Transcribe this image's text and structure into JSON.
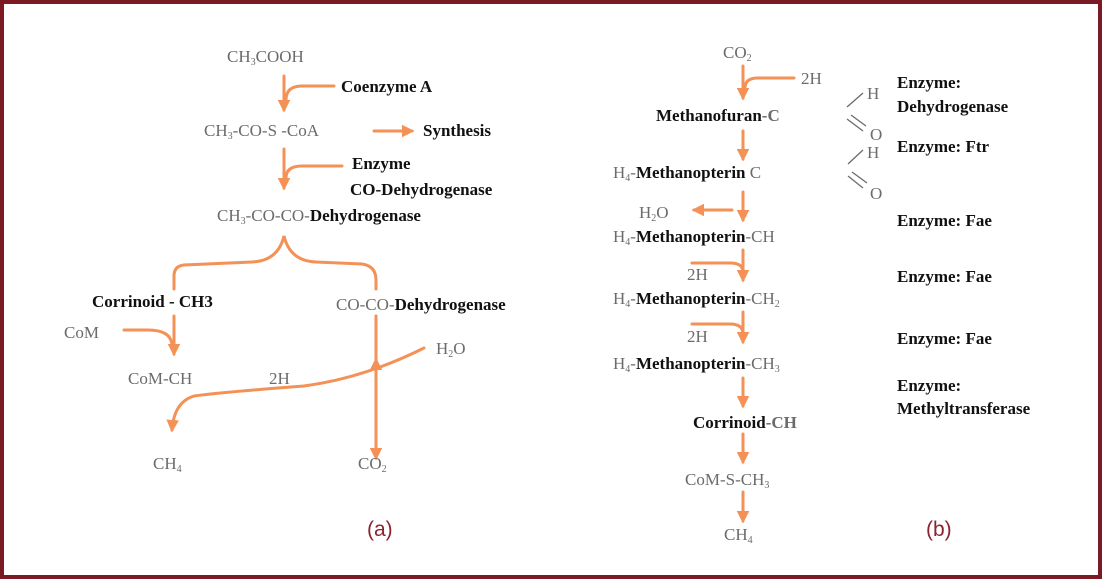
{
  "colors": {
    "frame": "#7a1a24",
    "arrow": "#f39156",
    "grey_text": "#6b6b6b",
    "bold_text": "#111111",
    "caption": "#8b2331"
  },
  "panel_a": {
    "acetic_acid": {
      "pre": "CH",
      "sub": "3",
      "post": "COOH"
    },
    "coenzyme_a": "Coenzyme A",
    "acetyl_coa": {
      "pre": "CH",
      "sub": "3",
      "post": "-CO-S -CoA"
    },
    "synthesis": "Synthesis",
    "enzyme_word": "Enzyme",
    "enzyme_codh": "CO-Dehydrogenase",
    "intermediate": {
      "pre": "CH",
      "sub": "3",
      "post": "-CO-CO-"
    },
    "intermediate_bold": "Dehydrogenase",
    "corrinoid": "Corrinoid - CH3",
    "coco_grey": "CO-CO-",
    "coco_bold": "Dehydrogenase",
    "com": "CoM",
    "com_ch": "CoM-CH",
    "two_h": "2H",
    "water": {
      "pre": "H",
      "sub": "2",
      "post": "O"
    },
    "methane": {
      "pre": "CH",
      "sub": "4",
      "post": ""
    },
    "carbon_dioxide": {
      "pre": "CO",
      "sub": "2",
      "post": ""
    },
    "caption": "(a)"
  },
  "panel_b": {
    "co2": {
      "pre": "CO",
      "sub": "2",
      "post": ""
    },
    "two_h_top": "2H",
    "methanofuran": "Methanofuran",
    "methanofuran_suffix": "-C",
    "h_label_1": "H",
    "o_label_1": "O",
    "enzyme_1": "Enzyme:",
    "enzyme_1b": "Dehydrogenase",
    "enzyme_2": "Enzyme: Ftr",
    "h4_prefix_1": {
      "pre": "H",
      "sub": "4",
      "post": "-"
    },
    "methanopterin_1": "Methanopterin",
    "c_label": "C",
    "h_label_2": "H",
    "o_label_2": "O",
    "water": {
      "pre": "H",
      "sub": "2",
      "post": "O"
    },
    "h4_prefix_2": {
      "pre": "H",
      "sub": "4",
      "post": "-"
    },
    "methanopterin_2": "Methanopterin",
    "suffix_ch": "-CH",
    "enzyme_fae_1": "Enzyme: Fae",
    "two_h_2": "2H",
    "enzyme_fae_2": "Enzyme: Fae",
    "h4_prefix_3": {
      "pre": "H",
      "sub": "4",
      "post": "-"
    },
    "methanopterin_3": "Methanopterin",
    "suffix_ch2": {
      "pre": "-CH",
      "sub": "2",
      "post": ""
    },
    "two_h_3": "2H",
    "enzyme_fae_3": "Enzyme: Fae",
    "h4_prefix_4": {
      "pre": "H",
      "sub": "4",
      "post": "-"
    },
    "methanopterin_4": "Methanopterin",
    "suffix_ch3": {
      "pre": "-CH",
      "sub": "3",
      "post": ""
    },
    "enzyme_mt_1": "Enzyme:",
    "enzyme_mt_2": "Methyltransferase",
    "corrinoid": "Corrinoid",
    "corrinoid_suffix": "-CH",
    "com_s_ch3": {
      "pre": "CoM-S-CH",
      "sub": "3",
      "post": ""
    },
    "methane": {
      "pre": "CH",
      "sub": "4",
      "post": ""
    },
    "caption": "(b)"
  }
}
